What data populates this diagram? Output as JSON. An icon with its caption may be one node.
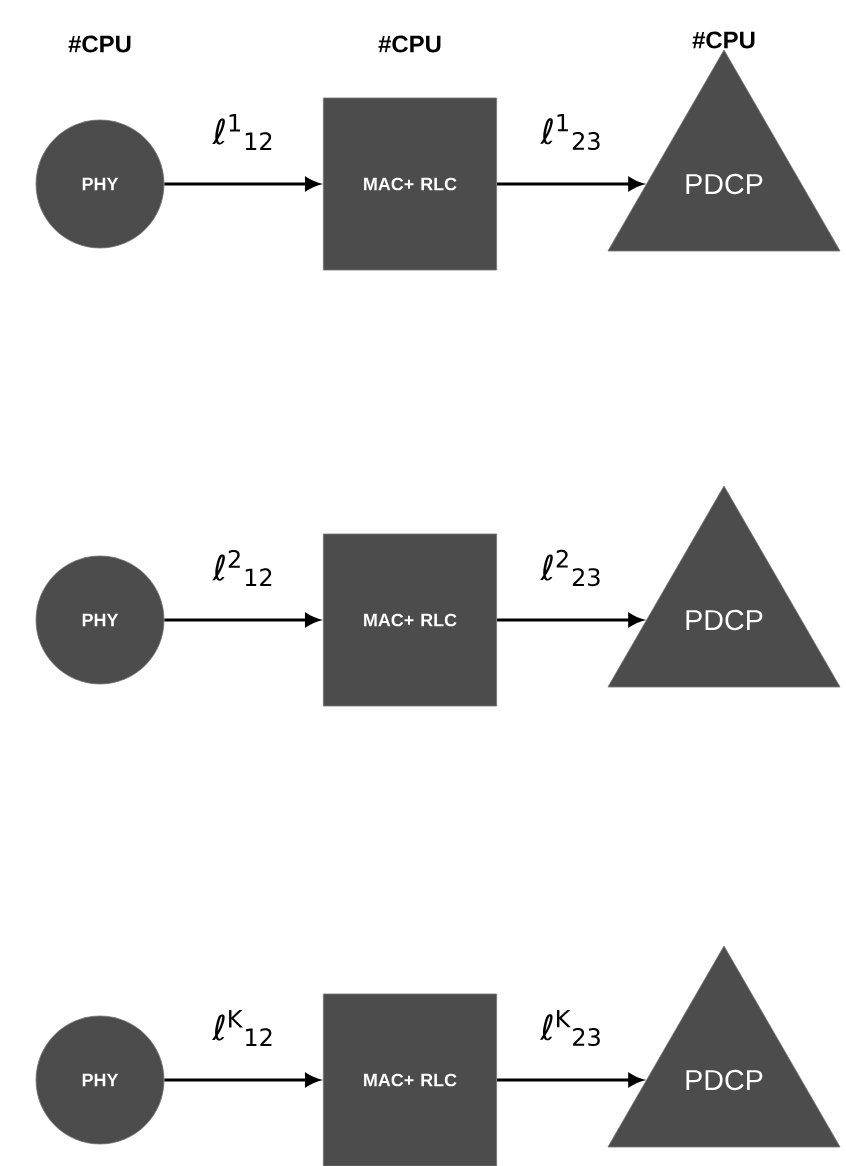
{
  "diagram": {
    "nodes": [
      {
        "text": [
          "#CPU",
          "PHY"
        ]
      },
      {
        "text": [
          "#CPU",
          "MAC+ RLC"
        ]
      },
      {
        "text": [
          "#CPU",
          "PDCP"
        ]
      },
      {
        "text": [
          "PHY"
        ]
      },
      {
        "text": [
          "MAC+ RLC"
        ]
      },
      {
        "text": [
          "PDCP"
        ]
      },
      {
        "text": [
          "PHY"
        ]
      },
      {
        "text": [
          "MAC+ RLC"
        ]
      },
      {
        "text": [
          "PDCP"
        ]
      }
    ],
    "edges": [
      {
        "from": 0,
        "to": 1,
        "arrow": "to",
        "label": "ℓ$^{1}$$_{12}$"
      },
      {
        "from": 1,
        "to": 2,
        "arrow": "to",
        "label": "ℓ$^{1}$$_{23}$"
      },
      {
        "from": 3,
        "to": 4,
        "arrow": "to",
        "label": "ℓ$^{2}$$_{12}$"
      },
      {
        "from": 4,
        "to": 5,
        "arrow": "to",
        "label": "ℓ$^{2}$$_{23}$"
      },
      {
        "from": 6,
        "to": 7,
        "arrow": "to",
        "label": "ℓ$^{K}$$_{12}$"
      },
      {
        "from": 7,
        "to": 8,
        "arrow": "to",
        "label": "ℓ$^{K}$$_{23}$"
      }
    ]
  }
}
